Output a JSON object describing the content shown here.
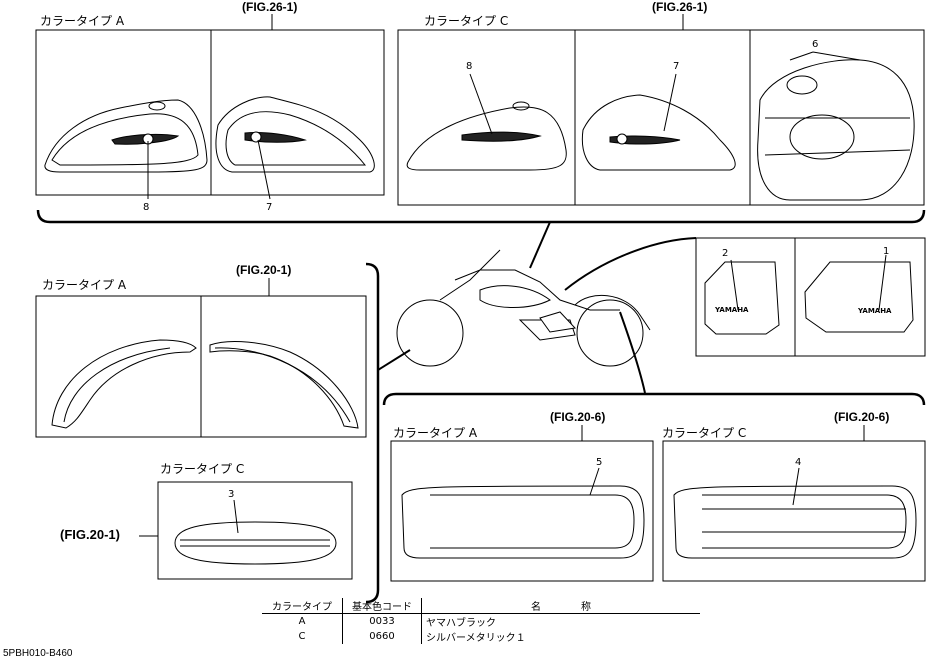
{
  "labels": {
    "color_type_a": "カラータイプ A",
    "color_type_c": "カラータイプ C"
  },
  "figs": {
    "fig_26_1": "(FIG.26-1)",
    "fig_20_1": "(FIG.20-1)",
    "fig_20_6": "(FIG.20-6)"
  },
  "parts": {
    "p1": "1",
    "p2": "2",
    "p3": "3",
    "p4": "4",
    "p5": "5",
    "p6": "6",
    "p7": "7",
    "p8": "8"
  },
  "emblem_text": "YAMAHA",
  "legend": {
    "headers": [
      "カラータイプ",
      "基本色コード",
      "名　　　　称"
    ],
    "rows": [
      [
        "A",
        "0033",
        "ヤマハブラック"
      ],
      [
        "C",
        "0660",
        "シルバーメタリック１"
      ]
    ]
  },
  "footer": "5PBH010-B460"
}
